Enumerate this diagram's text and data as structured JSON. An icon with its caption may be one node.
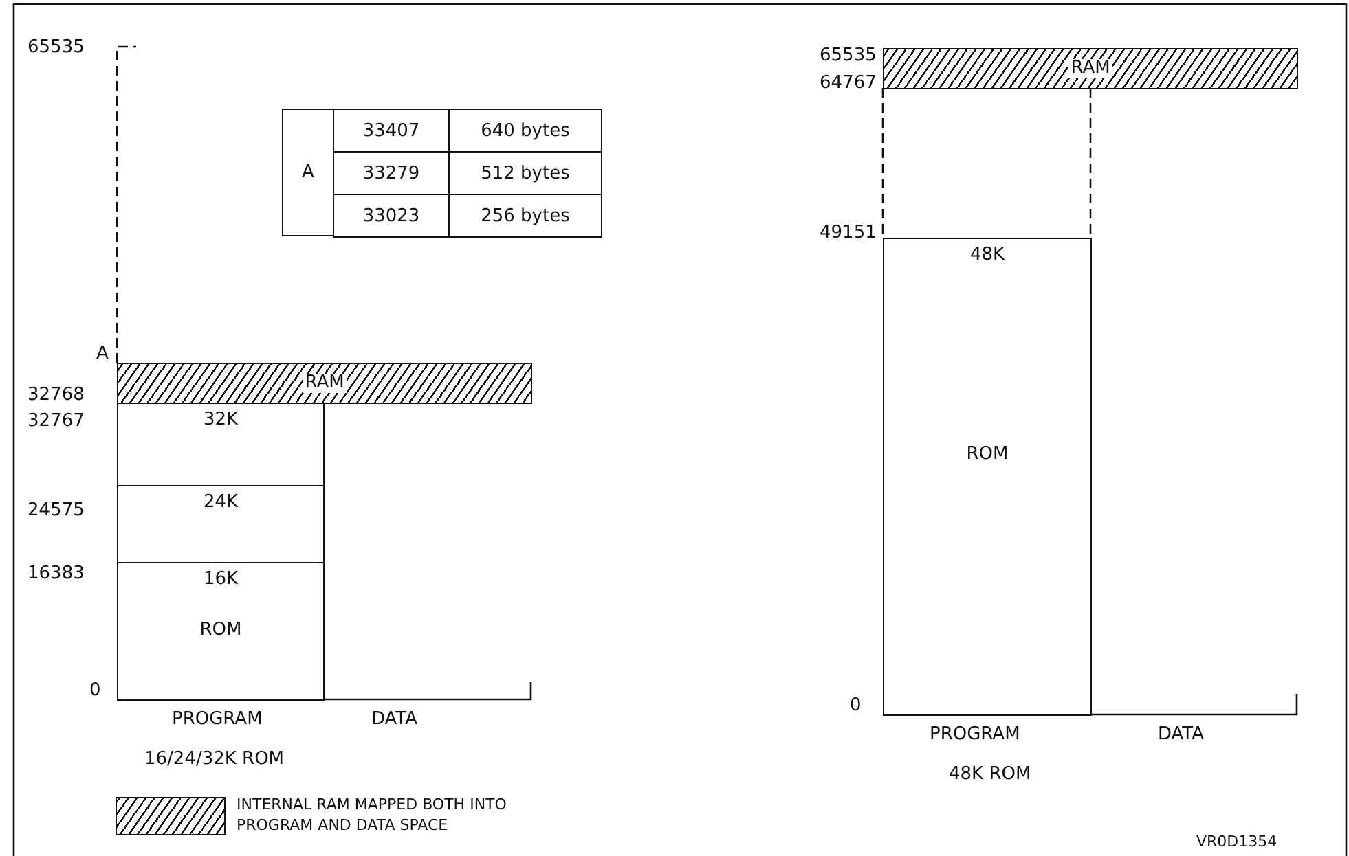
{
  "diagram": {
    "nodes": [
      {
        "text": [
          "RAM"
        ]
      },
      {
        "text": [
          "32K"
        ]
      },
      {
        "text": [
          "24K"
        ]
      },
      {
        "text": [
          "16K",
          "ROM"
        ]
      },
      {
        "text": [
          "RAM"
        ]
      },
      {
        "text": [
          "48K",
          "ROM"
        ]
      }
    ],
    "labels": [
      "65535",
      "A",
      "33407",
      "640 bytes",
      "33279",
      "512 bytes",
      "33023",
      "256 bytes",
      "A",
      "32768",
      "32767",
      "24575",
      "16383",
      "0",
      "PROGRAM",
      "DATA",
      "16/24/32K ROM",
      "65535",
      "64767",
      "49151",
      "0",
      "PROGRAM",
      "DATA",
      "48K ROM",
      "VR0D1354"
    ],
    "legend": [
      {
        "text": "INTERNAL RAM MAPPED BOTH INTO PROGRAM AND DATA SPACE"
      }
    ]
  }
}
